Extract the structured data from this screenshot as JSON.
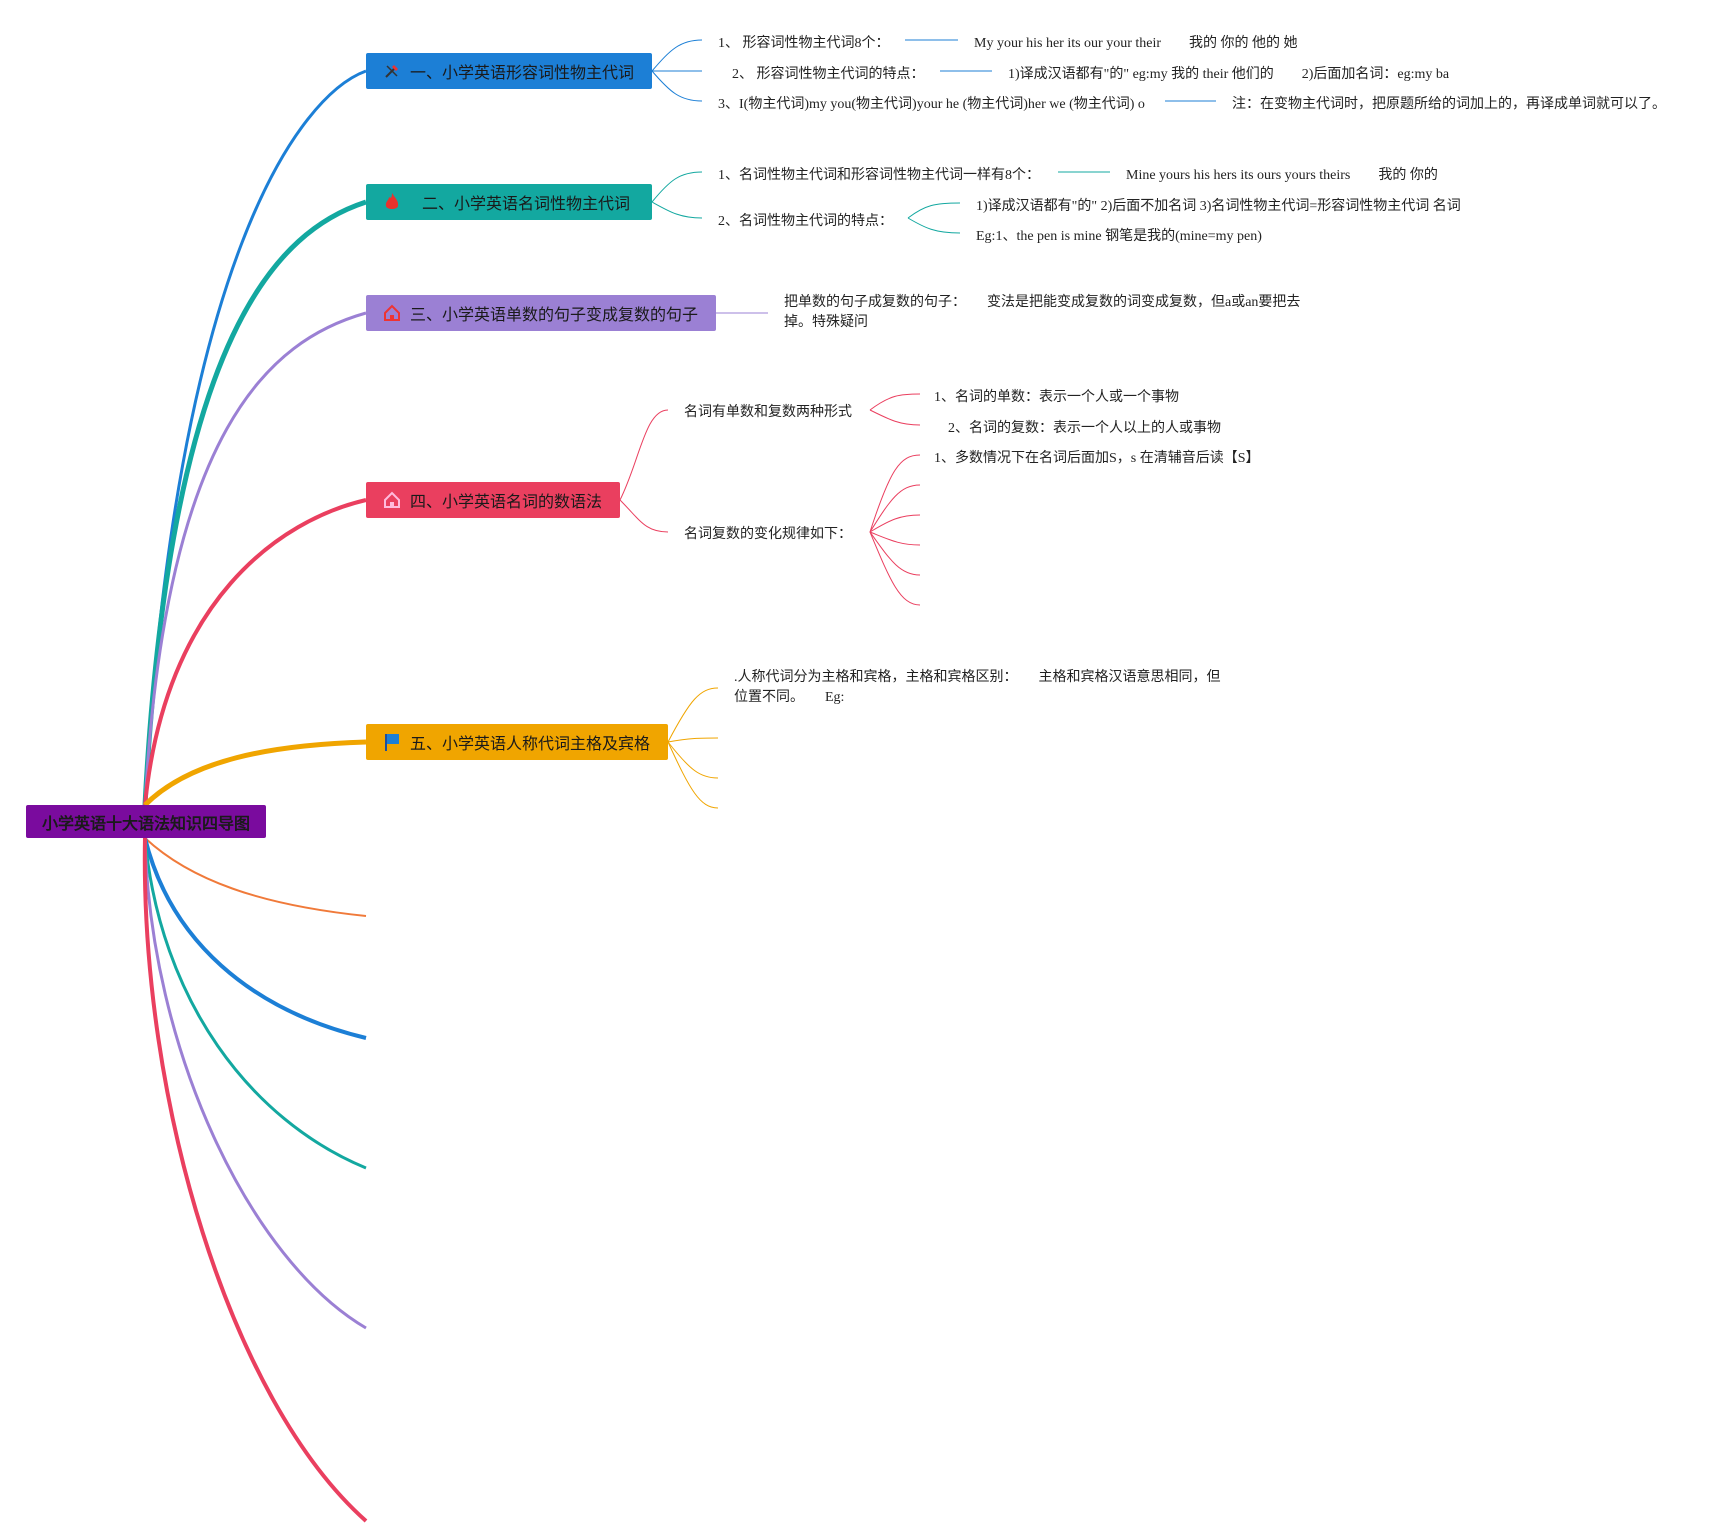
{
  "root": {
    "label": "小学英语十大语法知识四导图"
  },
  "branches": [
    {
      "label": "一、小学英语形容词性物主代词",
      "icon": "tools-icon",
      "color": "#1c7fd6",
      "items": [
        {
          "label": "1、 形容词性物主代词8个：",
          "detail": "My your his her its our your their　　我的 你的 他的 她"
        },
        {
          "label": "2、 形容词性物主代词的特点：",
          "detail": "1)译成汉语都有\"的\" eg:my 我的 their 他们的　　2)后面加名词：eg:my ba"
        },
        {
          "label": "3、I(物主代词)my you(物主代词)your he (物主代词)her we (物主代词) o",
          "detail": "注：在变物主代词时，把原题所给的词加上的，再译成单词就可以了。"
        }
      ]
    },
    {
      "label": "二、小学英语名词性物主代词",
      "icon": "fire-icon",
      "color": "#13a8a0",
      "items": [
        {
          "label": "1、名词性物主代词和形容词性物主代词一样有8个：",
          "detail": "Mine yours his hers its ours yours theirs　　我的 你的"
        },
        {
          "label": "2、名词性物主代词的特点：",
          "subs": [
            "1)译成汉语都有\"的\" 2)后面不加名词 3)名词性物主代词=形容词性物主代词 名词",
            "Eg:1、the pen is mine 钢笔是我的(mine=my pen)"
          ]
        }
      ]
    },
    {
      "label": "三、小学英语单数的句子变成复数的句子",
      "icon": "home-icon",
      "color": "#9b80d4",
      "items": [
        {
          "label": "把单数的句子成复数的句子：　　变法是把能变成复数的词变成复数，但a或an要把去掉。特殊疑问"
        }
      ]
    },
    {
      "label": "四、小学英语名词的数语法",
      "icon": "home-icon",
      "color": "#ea3f5f",
      "items": [
        {
          "label": "名词有单数和复数两种形式",
          "subs": [
            "1、名词的单数：表示一个人或一个事物",
            "2、名词的复数：表示一个人以上的人或事物"
          ]
        },
        {
          "label": "名词复数的变化规律如下：",
          "subs": [
            "1、多数情况下在名词后面加S，s 在清辅音后读【S】",
            "",
            "",
            "",
            "",
            ""
          ]
        }
      ]
    },
    {
      "label": "五、小学英语人称代词主格及宾格",
      "icon": "flag-icon",
      "color": "#f0a500",
      "items": [
        {
          "label": ".人称代词分为主格和宾格，主格和宾格区别：　　主格和宾格汉语意思相同，但位置不同。　　Eg:"
        },
        {
          "label": ""
        },
        {
          "label": ""
        },
        {
          "label": ""
        }
      ]
    }
  ],
  "empty_branch_colors": [
    "#f07a3a",
    "#1c7fd6",
    "#13a8a0",
    "#9b80d4",
    "#ea3f5f"
  ]
}
